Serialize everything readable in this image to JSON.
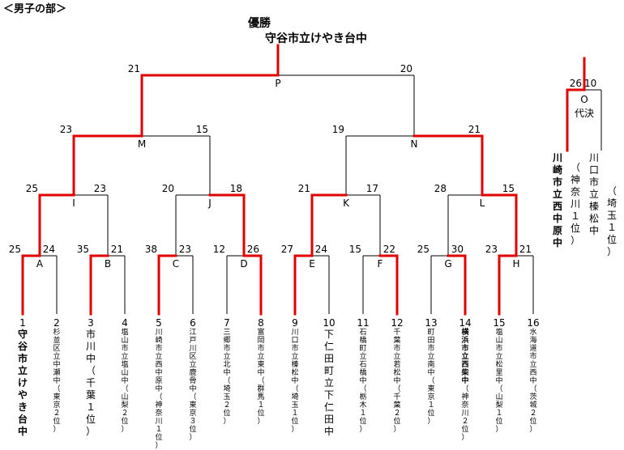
{
  "header": {
    "section": "＜男子の部＞",
    "champion_label": "優勝",
    "champion_name": "守谷市立けやき台中"
  },
  "colors": {
    "winner_line": "#e00000",
    "loser_line": "#000000"
  },
  "seeds": [
    "1",
    "2",
    "3",
    "4",
    "5",
    "6",
    "7",
    "8",
    "9",
    "10",
    "11",
    "12",
    "13",
    "14",
    "15",
    "16"
  ],
  "teams": [
    {
      "school": "守谷市立けやき台中",
      "region": "",
      "winner": true
    },
    {
      "school": "杉並区立中瀬中",
      "region": "（東京２位）",
      "winner": false
    },
    {
      "school": "市川中",
      "region": "（千葉１位）",
      "winner": false
    },
    {
      "school": "塩山市立塩山中",
      "region": "（山梨２位）",
      "winner": false
    },
    {
      "school": "川崎市立西中原中",
      "region": "（神奈川１位）",
      "winner": false
    },
    {
      "school": "江戸川区立鹿骨中",
      "region": "（東京３位）",
      "winner": false
    },
    {
      "school": "三郷市立北中",
      "region": "（埼玉２位）",
      "winner": false
    },
    {
      "school": "富岡市立東中",
      "region": "（群馬１位）",
      "winner": false
    },
    {
      "school": "川口市立榛松中",
      "region": "（埼玉１位）",
      "winner": false
    },
    {
      "school": "下仁田町立下仁田中",
      "region": "",
      "winner": false
    },
    {
      "school": "石橋町立石橋中",
      "region": "（栃木１位）",
      "winner": false
    },
    {
      "school": "千葉市立若松中",
      "region": "（千葉２位）",
      "winner": false
    },
    {
      "school": "町田市立南中",
      "region": "（東京１位）",
      "winner": false
    },
    {
      "school": "横浜市立西柴中",
      "region": "（神奈川２位）",
      "winner": true
    },
    {
      "school": "塩山市立松里中",
      "region": "（山梨１位）",
      "winner": false
    },
    {
      "school": "水海道市立西中",
      "region": "（茨城２位）",
      "winner": false
    }
  ],
  "matches": {
    "A": {
      "label": "A",
      "left_score": "25",
      "right_score": "24"
    },
    "B": {
      "label": "B",
      "left_score": "35",
      "right_score": "21"
    },
    "C": {
      "label": "C",
      "left_score": "38",
      "right_score": "23"
    },
    "D": {
      "label": "D",
      "left_score": "12",
      "right_score": "26"
    },
    "E": {
      "label": "E",
      "left_score": "27",
      "right_score": "24"
    },
    "F": {
      "label": "F",
      "left_score": "15",
      "right_score": "22"
    },
    "G": {
      "label": "G",
      "left_score": "25",
      "right_score": "30"
    },
    "H": {
      "label": "H",
      "left_score": "23",
      "right_score": "21"
    },
    "I": {
      "label": "I",
      "left_score": "25",
      "right_score": "23"
    },
    "J": {
      "label": "J",
      "left_score": "20",
      "right_score": "18"
    },
    "K": {
      "label": "K",
      "left_score": "21",
      "right_score": "17"
    },
    "L": {
      "label": "L",
      "left_score": "28",
      "right_score": "15"
    },
    "M": {
      "label": "M",
      "left_score": "23",
      "right_score": "15"
    },
    "N": {
      "label": "N",
      "left_score": "19",
      "right_score": "21"
    },
    "P": {
      "label": "P",
      "left_score": "21",
      "right_score": "20"
    }
  },
  "playoff": {
    "label": "O",
    "title": "代決",
    "left_score": "26",
    "right_score": "10",
    "left_team": {
      "school": "川崎市立西中原中",
      "region": "（神奈川１位）"
    },
    "right_team": {
      "school": "川口市立榛松中",
      "region": "（埼玉１位）"
    }
  }
}
